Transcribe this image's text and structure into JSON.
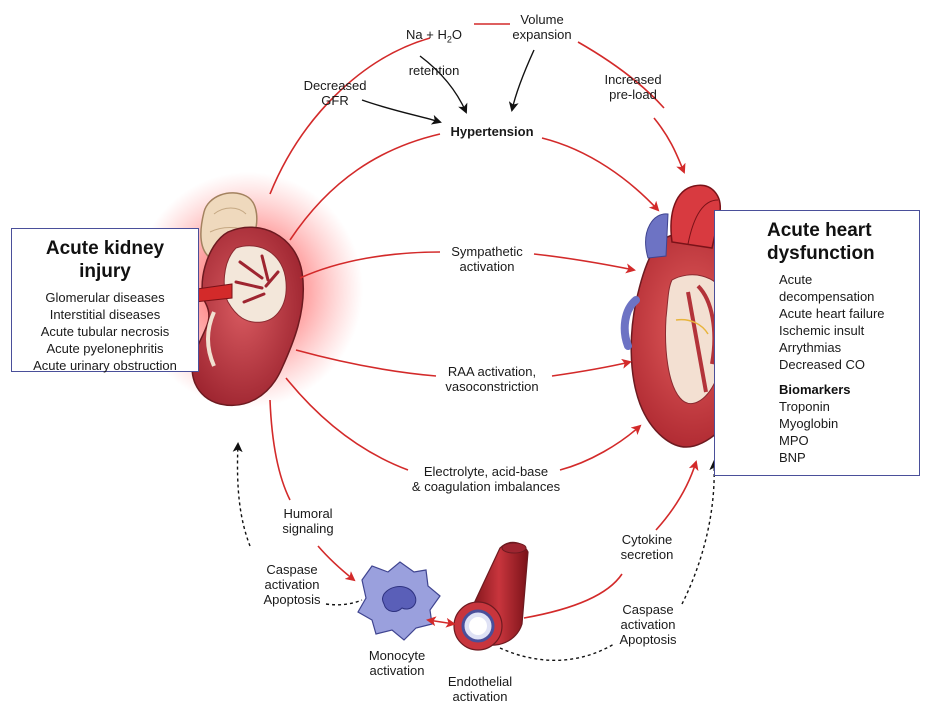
{
  "aki_box": {
    "title": "Acute kidney injury",
    "items": [
      "Glomerular diseases",
      "Interstitial diseases",
      "Acute tubular necrosis",
      "Acute pyelonephritis",
      "Acute urinary obstruction"
    ]
  },
  "heart_box": {
    "title": "Acute heart\ndysfunction",
    "items": [
      "Acute decompensation",
      "Acute heart failure",
      "Ischemic insult",
      "Arrythmias",
      "Decreased CO"
    ],
    "biomarkers_title": "Biomarkers",
    "biomarkers": [
      "Troponin",
      "Myoglobin",
      "MPO",
      "BNP"
    ]
  },
  "labels": {
    "na_h2o_prefix": "Na + H",
    "na_h2o_sub": "2",
    "na_h2o_suffix": "O",
    "na_h2o_line2": "retention",
    "volume_expansion": "Volume\nexpansion",
    "decreased_gfr": "Decreased\nGFR",
    "increased_preload": "Increased\npre-load",
    "hypertension": "Hypertension",
    "sympathetic": "Sympathetic\nactivation",
    "raa": "RAA activation,\nvasoconstriction",
    "electrolyte": "Electrolyte, acid-base\n& coagulation imbalances",
    "humoral": "Humoral\nsignaling",
    "caspase_left": "Caspase\nactivation\nApoptosis",
    "cytokine": "Cytokine\nsecretion",
    "caspase_right": "Caspase\nactivation\nApoptosis",
    "monocyte": "Monocyte\nactivation",
    "endothelial": "Endothelial\nactivation"
  },
  "colors": {
    "arrow_red": "#d32a2a",
    "kidney_red": "#b8323a",
    "heart_red": "#c8303a",
    "box_border": "#4a4f9a",
    "monocyte_blue": "#8e95d6"
  }
}
